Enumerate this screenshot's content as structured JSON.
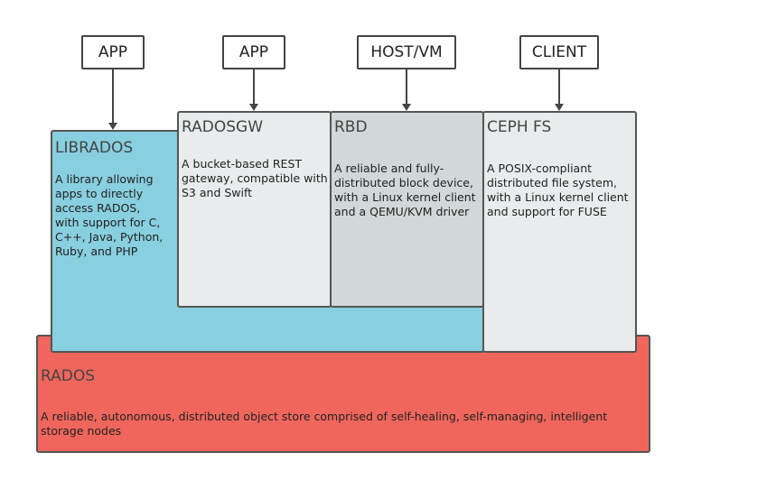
{
  "clients": {
    "app1": "APP",
    "app2": "APP",
    "hostvm": "HOST/VM",
    "client": "CLIENT"
  },
  "rados": {
    "title": "RADOS",
    "desc": "A reliable, autonomous, distributed object store comprised of self-healing, self-managing, intelligent storage nodes",
    "color": "#f0665c"
  },
  "librados": {
    "title": "LIBRADOS",
    "desc": "A library allowing apps to directly access RADOS, with support for C, C++, Java, Python, Ruby, and PHP",
    "color": "#88cfdf"
  },
  "radosgw": {
    "title": "RADOSGW",
    "desc": "A bucket-based REST gateway, compatible with S3 and Swift",
    "color": "#e8ecec"
  },
  "rbd": {
    "title": "RBD",
    "desc": "A reliable and fully-distributed block device, with a Linux kernel client and a QEMU/KVM driver",
    "color": "#d2d7d7"
  },
  "cephfs": {
    "title": "CEPH FS",
    "desc": "A POSIX-compliant distributed file system, with a Linux kernel client and support for FUSE",
    "color": "#e8ecec"
  }
}
